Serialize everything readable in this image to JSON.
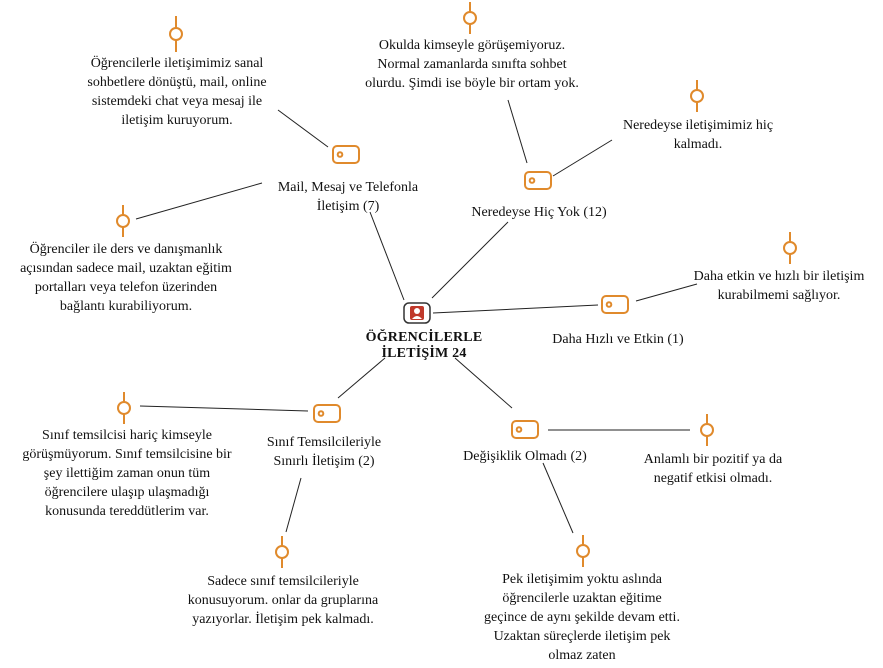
{
  "center": {
    "title": "ÖĞRENCİLERLE İLETİŞİM 24"
  },
  "codes": {
    "mail": {
      "label1": "Mail, Mesaj ve Telefonla",
      "label2": "İletişim (7)"
    },
    "hic": {
      "label": "Neredeyse Hiç Yok (12)"
    },
    "hizli": {
      "label": "Daha Hızlı ve Etkin (1)"
    },
    "sinif": {
      "label1": "Sınıf Temsilcileriyle",
      "label2": "Sınırlı İletişim (2)"
    },
    "degisiklik": {
      "label": "Değişiklik Olmadı (2)"
    }
  },
  "quotes": {
    "q1": [
      "Öğrencilerle iletişimimiz sanal",
      "sohbetlere dönüştü, mail, online",
      "sistemdeki chat veya mesaj ile",
      "iletişim kuruyorum."
    ],
    "q2": [
      "Okulda kimseyle görüşemiyoruz.",
      "Normal zamanlarda sınıfta sohbet",
      "olurdu. Şimdi ise böyle bir ortam yok."
    ],
    "q3": [
      "Neredeyse iletişimimiz hiç",
      "kalmadı."
    ],
    "q4": [
      "Öğrenciler ile ders ve danışmanlık",
      "açısından sadece mail, uzaktan eğitim",
      "portalları veya telefon üzerinden",
      "bağlantı kurabiliyorum."
    ],
    "q5": [
      "Daha etkin ve hızlı bir iletişim",
      "kurabilmemi sağlıyor."
    ],
    "q6": [
      "Sınıf temsilcisi hariç kimseyle",
      "görüşmüyorum. Sınıf temsilcisine bir",
      "şey ilettiğim zaman onun tüm",
      "öğrencilere ulaşıp ulaşmadığı",
      "konusunda tereddütlerim var."
    ],
    "q7": [
      "Anlamlı bir pozitif ya da",
      "negatif etkisi olmadı."
    ],
    "q8": [
      "Sadece sınıf temsilcileriyle",
      "konusuyorum. onlar da gruplarına",
      "yazıyorlar. İletişim pek kalmadı."
    ],
    "q9": [
      "Pek iletişimim yoktu aslında",
      "öğrencilerle uzaktan eğitime",
      "geçince de aynı şekilde devam etti.",
      "Uzaktan süreçlerde iletişim pek",
      "olmaz zaten"
    ]
  },
  "colors": {
    "accent": "#e08a2c",
    "line": "#222222",
    "center_icon": "#c0392b"
  }
}
